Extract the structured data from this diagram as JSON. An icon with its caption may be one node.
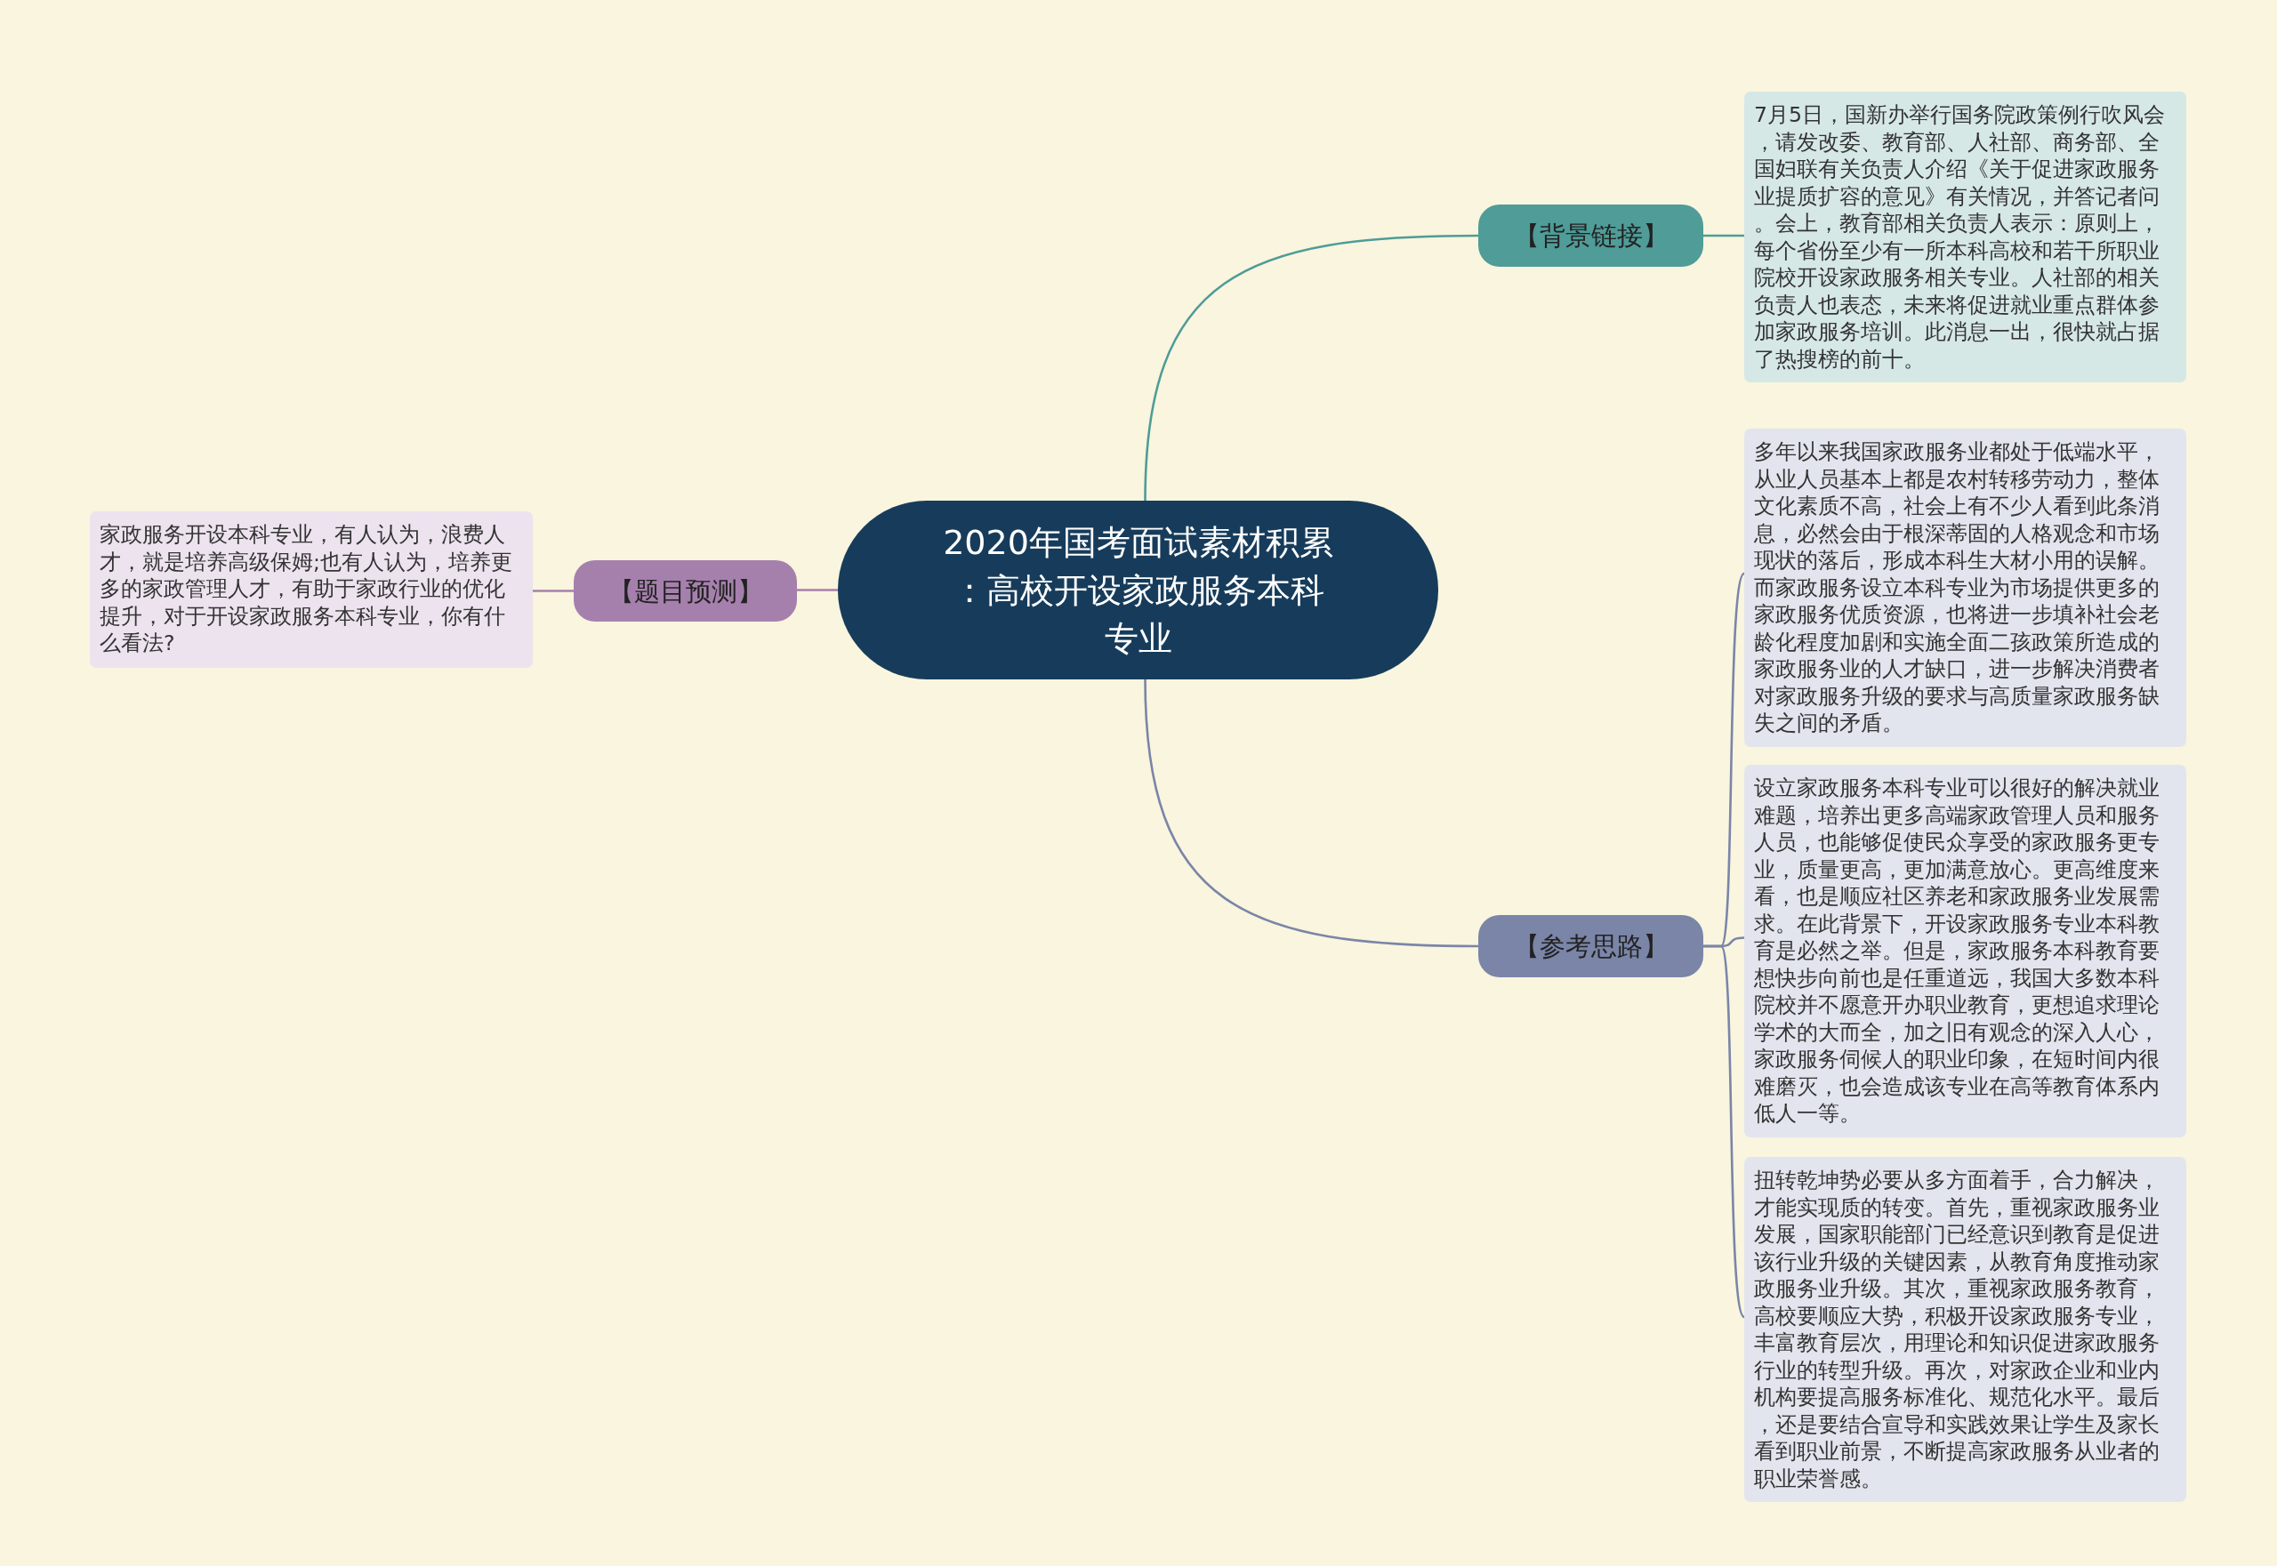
{
  "diagram": {
    "nodes": [
      {
        "text": [
          "2020年国考面试素材积累：高校开设家政服务本科专业"
        ]
      },
      {
        "text": [
          "【背景链接】"
        ]
      },
      {
        "text": [
          "7月5日，国新办举行国务院政策例行吹风会，请发改委、教育部、人社部、商务部、全国妇联有关负责人介绍《关于促进家政服务业提质扩容的意见》有关情况，并答记者问。会上，教育部相关负责人表示：原则上，每个省份至少有一所本科高校和若干所职业院校开设家政服务相关专业。人社部的相关负责人也表态，未来将促进就业重点群体参加家政服务培训。此消息一出，很快就占据了热搜榜的前十。"
        ]
      },
      {
        "text": [
          "【参考思路】"
        ]
      },
      {
        "text": [
          "多年以来我国家政服务业都处于低端水平，从业人员基本上都是农村转移劳动力，整体文化素质不高，社会上有不少人看到此条消息，必然会由于根深蒂固的人格观念和市场现状的落后，形成本科生大材小用的误解。而家政服务设立本科专业为市场提供更多的家政服务优质资源，也将进一步填补社会老龄化程度加剧和实施全面二孩政策所造成的家政服务业的人才缺口，进一步解决消费者对家政服务升级的要求与高质量家政服务缺失之间的矛盾。"
        ]
      },
      {
        "text": [
          "设立家政服务本科专业可以很好的解决就业难题，培养出更多高端家政管理人员和服务人员，也能够促使民众享受的家政服务更专业，质量更高，更加满意放心。更高维度来看，也是顺应社区养老和家政服务业发展需求。在此背景下，开设家政服务专业本科教育是必然之举。但是，家政服务本科教育要想快步向前也是任重道远，我国大多数本科院校并不愿意开办职业教育，更想追求理论学术的大而全，加之旧有观念的深入人心，家政服务伺候人的职业印象，在短时间内很难磨灭，也会造成该专业在高等教育体系内低人一等。"
        ]
      },
      {
        "text": [
          "扭转乾坤势必要从多方面着手，合力解决，才能实现质的转变。首先，重视家政服务业发展，国家职能部门已经意识到教育是促进该行业升级的关键因素，从教育角度推动家政服务业升级。其次，重视家政服务教育，高校要顺应大势，积极开设家政服务专业，丰富教育层次，用理论和知识促进家政服务行业的转型升级。再次，对家政企业和业内机构要提高服务标准化、规范化水平。最后，还是要结合宣导和实践效果让学生及家长看到职业前景，不断提高家政服务从业者的职业荣誉感。"
        ]
      },
      {
        "text": [
          "【题目预测】"
        ]
      },
      {
        "text": [
          "家政服务开设本科专业，有人认为，浪费人才，就是培养高级保姆;也有人认为，培养更多的家政管理人才，有助于家政行业的优化提升，对于开设家政服务本科专业，你有什么看法?"
        ]
      }
    ],
    "edges": [
      {
        "from": 0,
        "to": 1,
        "arrow": "none",
        "color": "#4f9c98"
      },
      {
        "from": 1,
        "to": 2,
        "arrow": "none",
        "color": "#4f9c98"
      },
      {
        "from": 0,
        "to": 3,
        "arrow": "none"
      },
      {
        "from": 3,
        "to": 4,
        "arrow": "none"
      },
      {
        "from": 3,
        "to": 5,
        "arrow": "none"
      },
      {
        "from": 3,
        "to": 6,
        "arrow": "none"
      },
      {
        "from": 0,
        "to": 7,
        "arrow": "none",
        "color": "#a680ad"
      },
      {
        "from": 7,
        "to": 8,
        "arrow": "none",
        "color": "#a680ad"
      }
    ]
  }
}
